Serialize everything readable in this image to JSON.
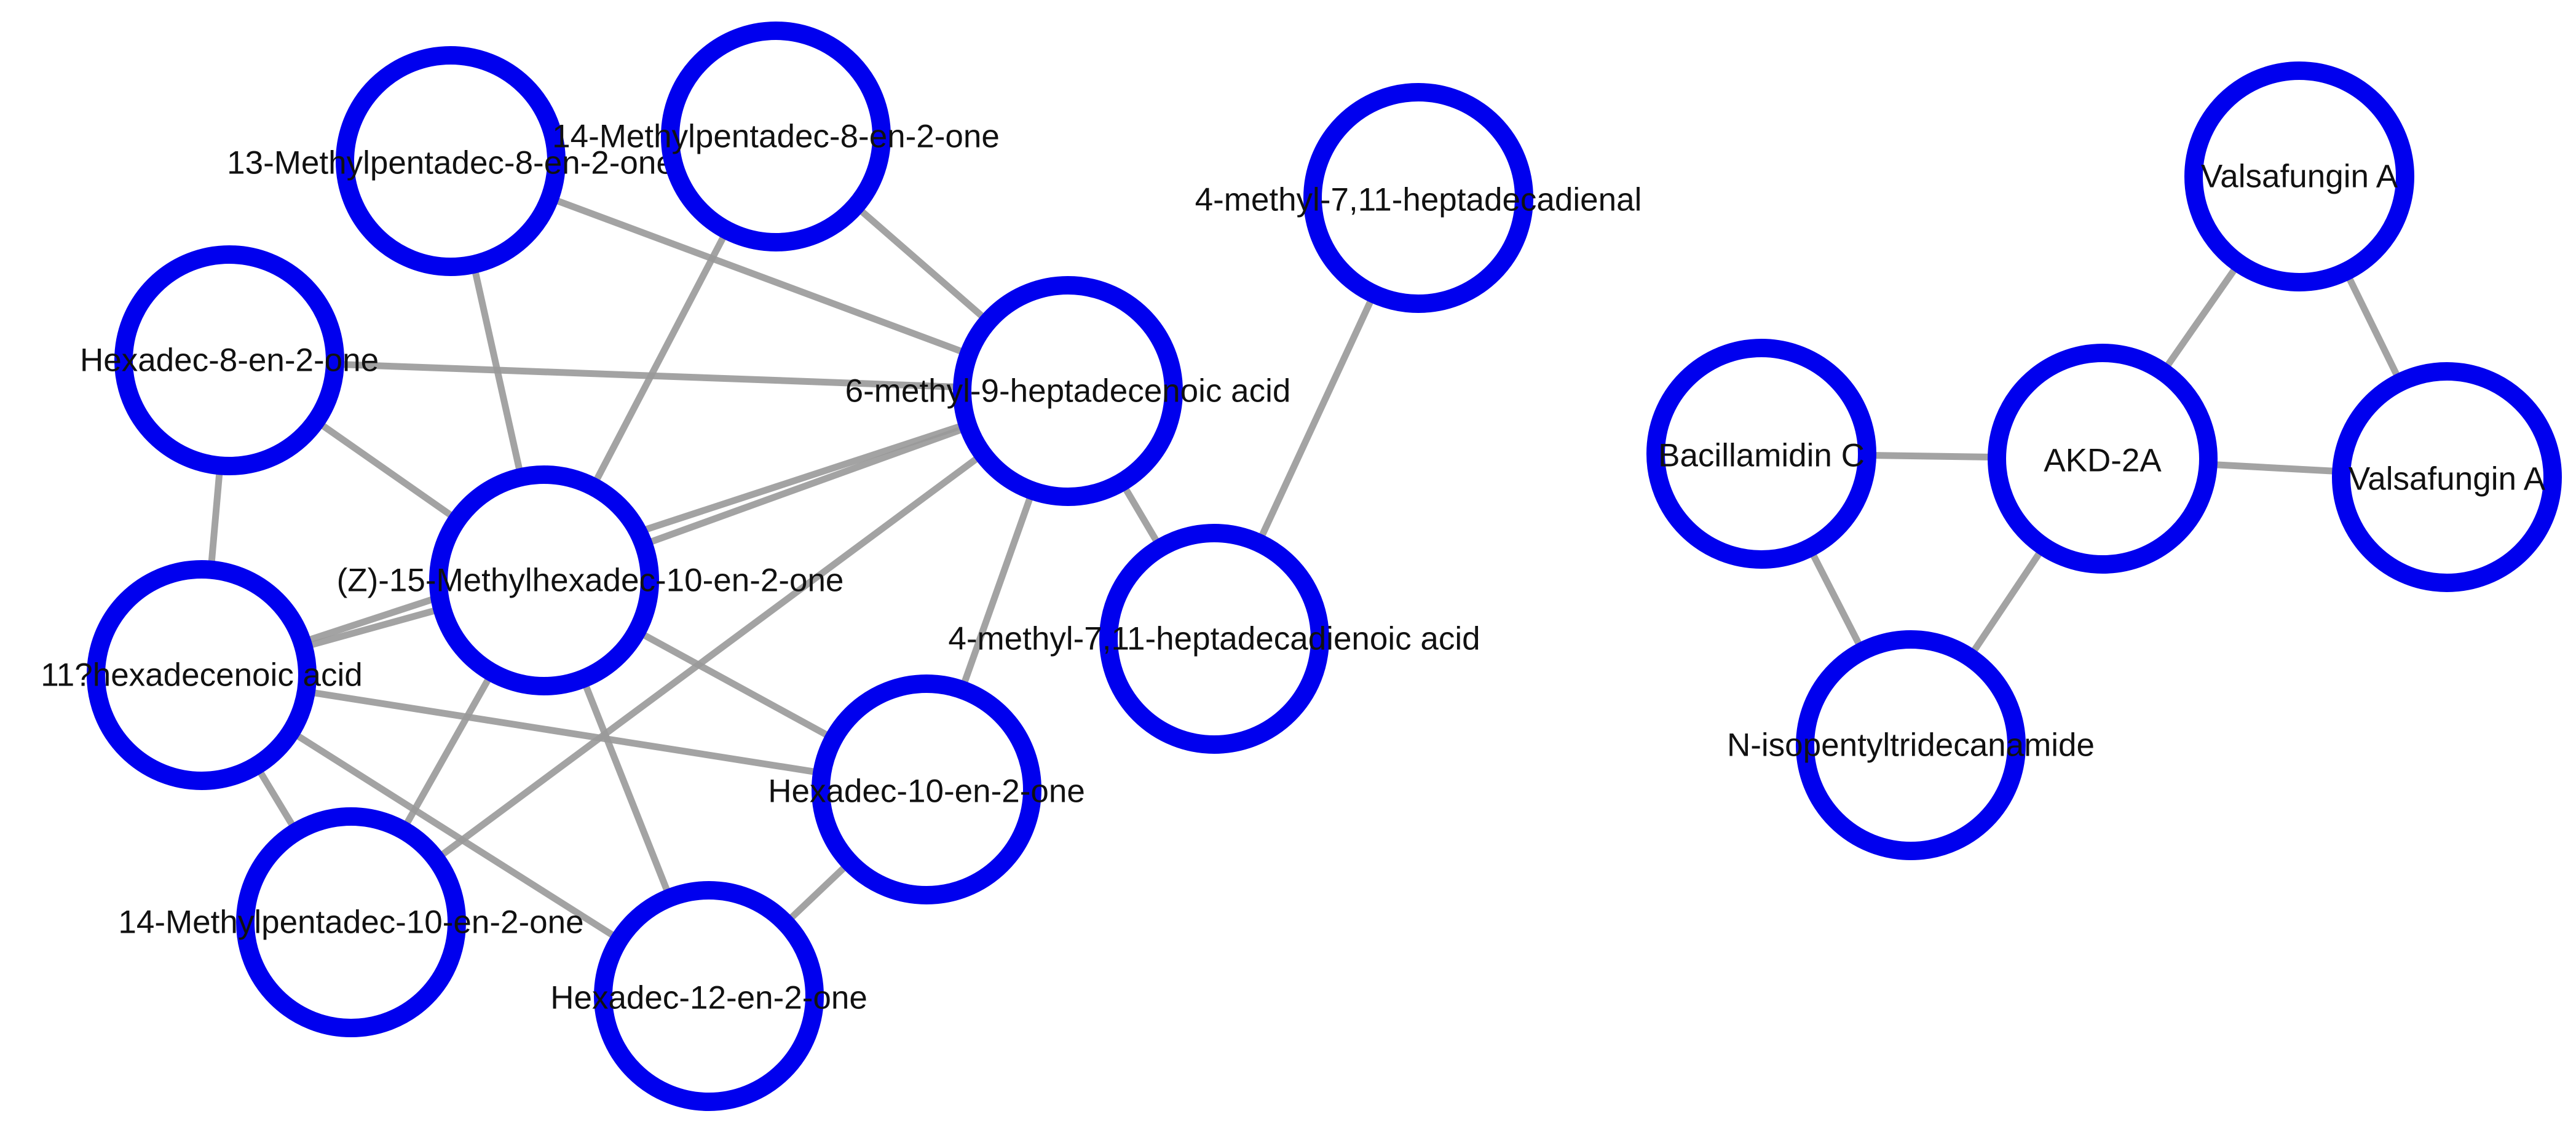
{
  "colors": {
    "node_stroke": "#0000ee",
    "node_fill": "#ffffff",
    "edge": "#9a9a9a",
    "label": "#111111",
    "background": "#ffffff"
  },
  "nodes": [
    {
      "id": "n1",
      "label": "13-Methylpentadec-8-en-2-one"
    },
    {
      "id": "n2",
      "label": "14-Methylpentadec-8-en-2-one"
    },
    {
      "id": "n3",
      "label": "4-methyl-7,11-heptadecadienal"
    },
    {
      "id": "n4",
      "label": "Hexadec-8-en-2-one"
    },
    {
      "id": "n5",
      "label": "6-methyl-9-heptadecenoic acid"
    },
    {
      "id": "n6",
      "label": "(Z)-15-Methylhexadec-10-en-2-one"
    },
    {
      "id": "n7",
      "label": "11?hexadecenoic acid"
    },
    {
      "id": "n8",
      "label": "4-methyl-7,11-heptadecadienoic acid"
    },
    {
      "id": "n9",
      "label": "Hexadec-10-en-2-one"
    },
    {
      "id": "n10",
      "label": "14-Methylpentadec-10-en-2-one"
    },
    {
      "id": "n11",
      "label": "Hexadec-12-en-2-one"
    },
    {
      "id": "n12",
      "label": "Valsafungin A"
    },
    {
      "id": "n13",
      "label": "Bacillamidin C"
    },
    {
      "id": "n14",
      "label": "AKD-2A"
    },
    {
      "id": "n15",
      "label": "Valsafungin A"
    },
    {
      "id": "n16",
      "label": "N-isopentyltridecanamide"
    }
  ],
  "edges": [
    [
      "n1",
      "n5"
    ],
    [
      "n1",
      "n6"
    ],
    [
      "n2",
      "n5"
    ],
    [
      "n2",
      "n6"
    ],
    [
      "n3",
      "n8"
    ],
    [
      "n4",
      "n5"
    ],
    [
      "n4",
      "n6"
    ],
    [
      "n4",
      "n7"
    ],
    [
      "n5",
      "n6"
    ],
    [
      "n5",
      "n7"
    ],
    [
      "n5",
      "n8"
    ],
    [
      "n5",
      "n9"
    ],
    [
      "n5",
      "n10"
    ],
    [
      "n6",
      "n7"
    ],
    [
      "n6",
      "n9"
    ],
    [
      "n6",
      "n10"
    ],
    [
      "n6",
      "n11"
    ],
    [
      "n7",
      "n9"
    ],
    [
      "n7",
      "n10"
    ],
    [
      "n7",
      "n11"
    ],
    [
      "n9",
      "n11"
    ],
    [
      "n12",
      "n14"
    ],
    [
      "n12",
      "n15"
    ],
    [
      "n13",
      "n14"
    ],
    [
      "n13",
      "n16"
    ],
    [
      "n14",
      "n15"
    ],
    [
      "n14",
      "n16"
    ]
  ]
}
